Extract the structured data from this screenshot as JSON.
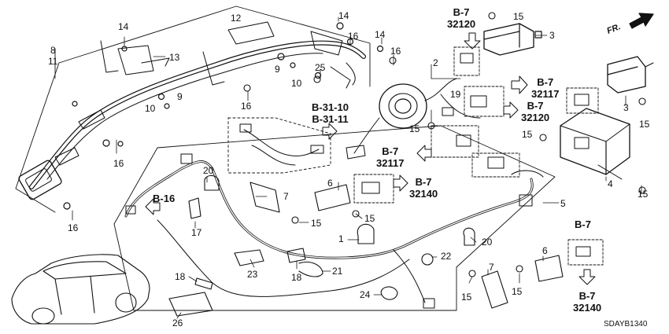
{
  "diagram": {
    "code": "SDAYB1340",
    "direction_label": "FR.",
    "callouts": [
      {
        "id": "c8",
        "text": "8"
      },
      {
        "id": "c11",
        "text": "11"
      },
      {
        "id": "c12",
        "text": "12"
      },
      {
        "id": "c13",
        "text": "13"
      },
      {
        "id": "c14a",
        "text": "14"
      },
      {
        "id": "c14b",
        "text": "14"
      },
      {
        "id": "c14c",
        "text": "14"
      },
      {
        "id": "c16a",
        "text": "16"
      },
      {
        "id": "c16b",
        "text": "16"
      },
      {
        "id": "c16c",
        "text": "16"
      },
      {
        "id": "c16d",
        "text": "16"
      },
      {
        "id": "c16e",
        "text": "16"
      },
      {
        "id": "c16f",
        "text": "16"
      },
      {
        "id": "c9a",
        "text": "9"
      },
      {
        "id": "c9b",
        "text": "9"
      },
      {
        "id": "c10a",
        "text": "10"
      },
      {
        "id": "c10b",
        "text": "10"
      },
      {
        "id": "c25",
        "text": "25"
      },
      {
        "id": "c2",
        "text": "2"
      },
      {
        "id": "c3a",
        "text": "3"
      },
      {
        "id": "c3b",
        "text": "3"
      },
      {
        "id": "c15a",
        "text": "15"
      },
      {
        "id": "c15b",
        "text": "15"
      },
      {
        "id": "c15c",
        "text": "15"
      },
      {
        "id": "c15d",
        "text": "15"
      },
      {
        "id": "c15e",
        "text": "15"
      },
      {
        "id": "c15f",
        "text": "15"
      },
      {
        "id": "c15g",
        "text": "15"
      },
      {
        "id": "c15h",
        "text": "15"
      },
      {
        "id": "c15i",
        "text": "15"
      },
      {
        "id": "c19",
        "text": "19"
      },
      {
        "id": "c4",
        "text": "4"
      },
      {
        "id": "c5",
        "text": "5"
      },
      {
        "id": "c6a",
        "text": "6"
      },
      {
        "id": "c6b",
        "text": "6"
      },
      {
        "id": "c7a",
        "text": "7"
      },
      {
        "id": "c7b",
        "text": "7"
      },
      {
        "id": "c20a",
        "text": "20"
      },
      {
        "id": "c20b",
        "text": "20"
      },
      {
        "id": "c17",
        "text": "17"
      },
      {
        "id": "c1",
        "text": "1"
      },
      {
        "id": "c22",
        "text": "22"
      },
      {
        "id": "c23",
        "text": "23"
      },
      {
        "id": "c18a",
        "text": "18"
      },
      {
        "id": "c18b",
        "text": "18"
      },
      {
        "id": "c21",
        "text": "21"
      },
      {
        "id": "c24",
        "text": "24"
      },
      {
        "id": "c26",
        "text": "26"
      }
    ],
    "refs": [
      {
        "id": "r1",
        "line1": "B-7",
        "line2": "32120"
      },
      {
        "id": "r2",
        "line1": "B-7",
        "line2": "32117"
      },
      {
        "id": "r3",
        "line1": "B-7",
        "line2": "32120"
      },
      {
        "id": "r4",
        "line1": "B-31-10",
        "line2": "B-31-11"
      },
      {
        "id": "r5",
        "line1": "B-7",
        "line2": "32117"
      },
      {
        "id": "r6",
        "line1": "B-7",
        "line2": "32140"
      },
      {
        "id": "r7",
        "line1": "B-16",
        "line2": ""
      },
      {
        "id": "r8",
        "line1": "B-7",
        "line2": ""
      },
      {
        "id": "r9",
        "line1": "B-7",
        "line2": "32140"
      }
    ]
  }
}
